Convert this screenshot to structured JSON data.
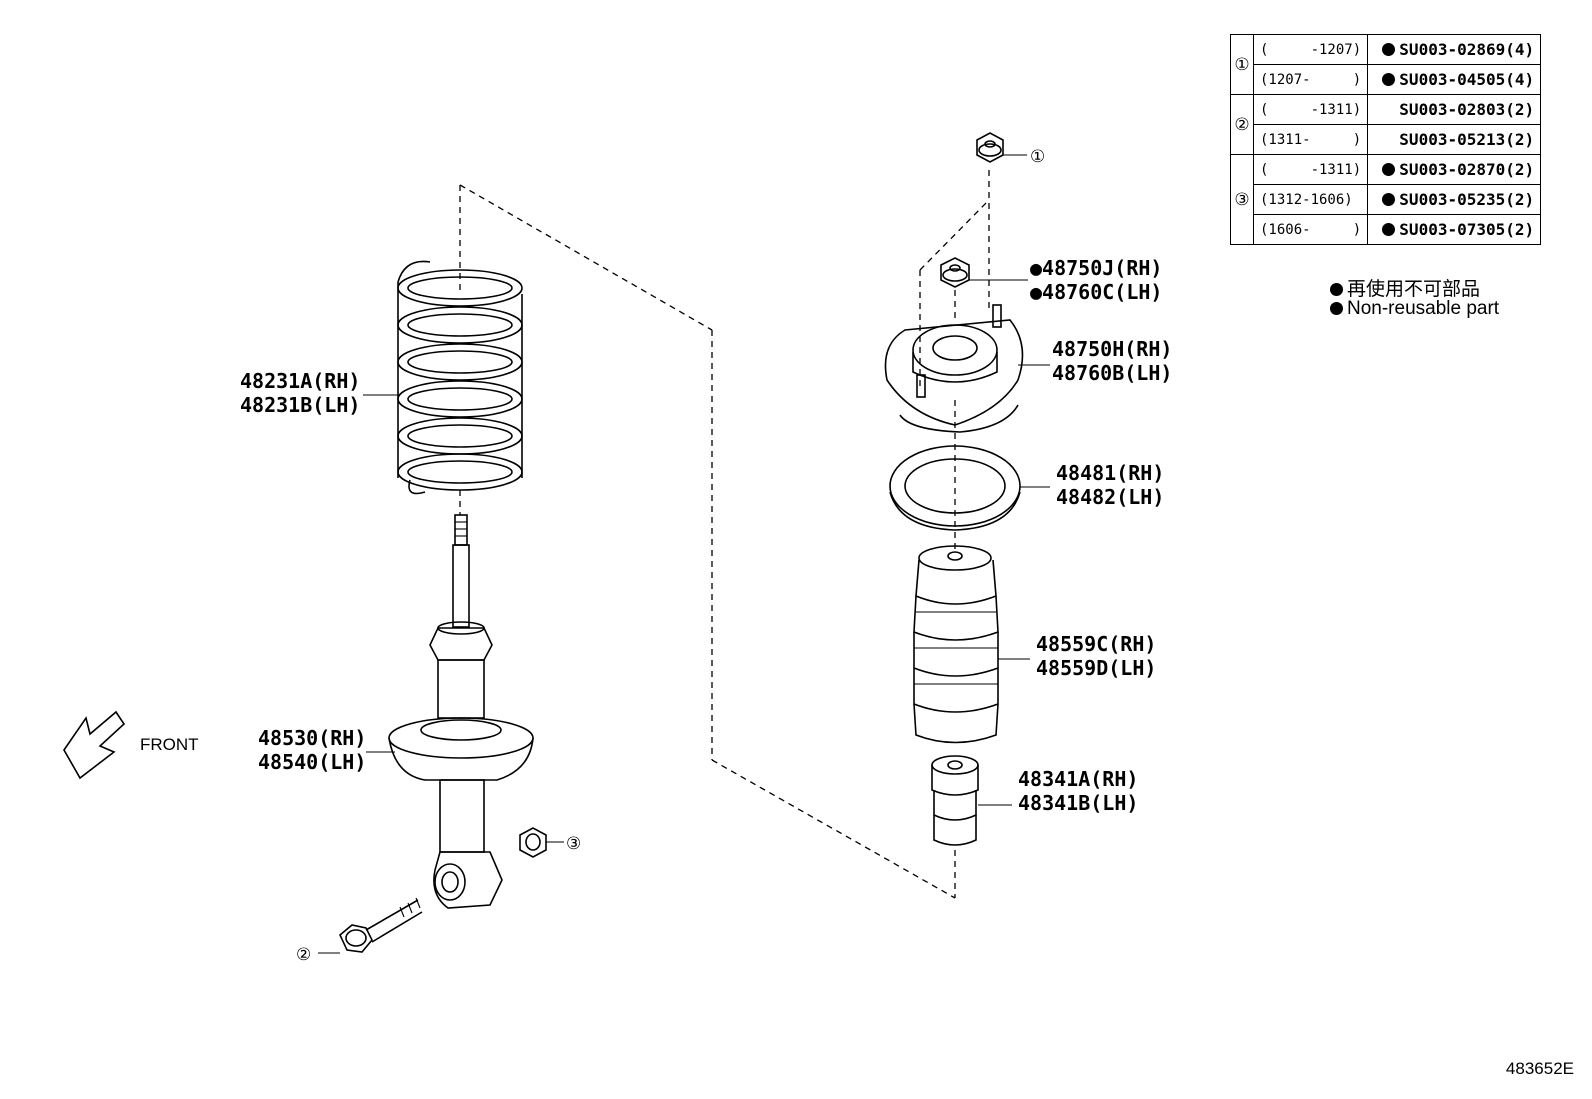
{
  "labels": {
    "spring": [
      "48231A(RH)",
      "48231B(LH)"
    ],
    "absorber": [
      "48530(RH)",
      "48540(LH)"
    ],
    "support_nut": [
      "●48750J(RH)",
      "●48760C(LH)"
    ],
    "support": [
      "48750H(RH)",
      "48760B(LH)"
    ],
    "insulator": [
      "48481(RH)",
      "48482(LH)"
    ],
    "boot": [
      "48559C(RH)",
      "48559D(LH)"
    ],
    "bumper": [
      "48341A(RH)",
      "48341B(LH)"
    ],
    "front": "FRONT",
    "callout_1": "①",
    "callout_2": "②",
    "callout_3": "③"
  },
  "table": [
    {
      "ref": "①",
      "rows": [
        {
          "range": "(     -1207)",
          "part": "SU003-02869(4)",
          "nonreusable": true
        },
        {
          "range": "(1207-     )",
          "part": "SU003-04505(4)",
          "nonreusable": true
        }
      ]
    },
    {
      "ref": "②",
      "rows": [
        {
          "range": "(     -1311)",
          "part": "SU003-02803(2)",
          "nonreusable": false
        },
        {
          "range": "(1311-     )",
          "part": "SU003-05213(2)",
          "nonreusable": false
        }
      ]
    },
    {
      "ref": "③",
      "rows": [
        {
          "range": "(     -1311)",
          "part": "SU003-02870(2)",
          "nonreusable": true
        },
        {
          "range": "(1312-1606)",
          "part": "SU003-05235(2)",
          "nonreusable": true
        },
        {
          "range": "(1606-     )",
          "part": "SU003-07305(2)",
          "nonreusable": true
        }
      ]
    }
  ],
  "legend": {
    "jp": "再使用不可部品",
    "en": "Non-reusable part"
  },
  "diagram_id": "483652E"
}
